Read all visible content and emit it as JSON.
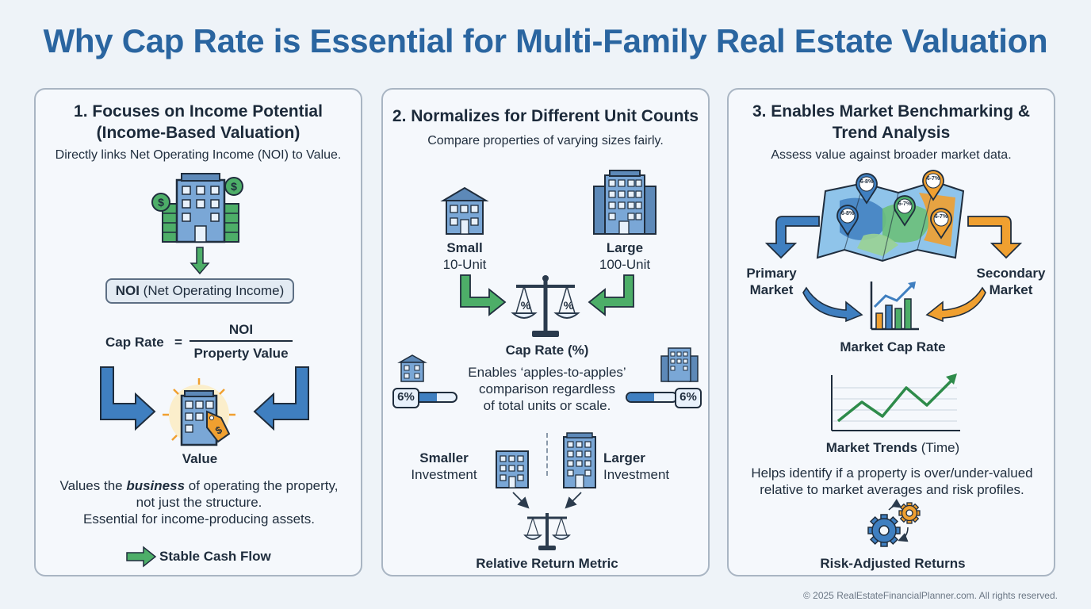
{
  "title": "Why Cap Rate is Essential for Multi-Family Real Estate Valuation",
  "panel1": {
    "heading_line1": "1. Focuses on Income Potential",
    "heading_line2": "(Income-Based Valuation)",
    "subtitle": "Directly links Net Operating Income (NOI) to Value.",
    "noi_abbr": "NOI",
    "noi_full": "(Net Operating Income)",
    "formula_label": "Cap Rate",
    "formula_equals": "=",
    "numerator": "NOI",
    "denominator": "Property Value",
    "value_label": "Value",
    "desc_prefix": "Values the ",
    "desc_emphasis": "business",
    "desc_suffix": " of operating the property,",
    "desc_line2": "not just the structure.",
    "desc_line3": "Essential for income-producing assets.",
    "cashflow": "Stable Cash Flow"
  },
  "panel2": {
    "heading": "2. Normalizes for Different Unit Counts",
    "subtitle": "Compare properties of varying sizes fairly.",
    "small_label": "Small",
    "small_units": "10-Unit",
    "large_label": "Large",
    "large_units": "100-Unit",
    "scale_symbol": "%",
    "caprate": "Cap Rate (%)",
    "desc_line1": "Enables ‘apples-to-apples’",
    "desc_line2": "comparison regardless",
    "desc_line3": "of total units or scale.",
    "left_pct": "6%",
    "right_pct": "6%",
    "smaller_bold": "Smaller",
    "smaller_rest": "Investment",
    "larger_bold": "Larger",
    "larger_rest": "Investment",
    "metric": "Relative Return Metric"
  },
  "panel3": {
    "heading_line1": "3. Enables Market Benchmarking &",
    "heading_line2": "Trend Analysis",
    "subtitle": "Assess value against broader market data.",
    "pins": [
      "6-8%",
      "6-7%",
      "6-8%",
      "6-7%",
      "6-7%"
    ],
    "primary_line1": "Primary",
    "primary_line2": "Market",
    "secondary_line1": "Secondary",
    "secondary_line2": "Market",
    "market_caprate": "Market Cap Rate",
    "trends_bold": "Market Trends",
    "trends_rest": " (Time)",
    "desc_line1": "Helps identify if a property is over/under-valued",
    "desc_line2": "relative to market averages and risk profiles.",
    "risk": "Risk-Adjusted Returns"
  },
  "footer": "© 2025 RealEstateFinancialPlanner.com. All rights reserved.",
  "colors": {
    "title_blue": "#2a65a0",
    "arrow_blue": "#3f7fc0",
    "arrow_green": "#4dae68",
    "arrow_orange": "#f0a030",
    "building_blue": "#7aa7d6",
    "dark": "#1f2d3d"
  }
}
